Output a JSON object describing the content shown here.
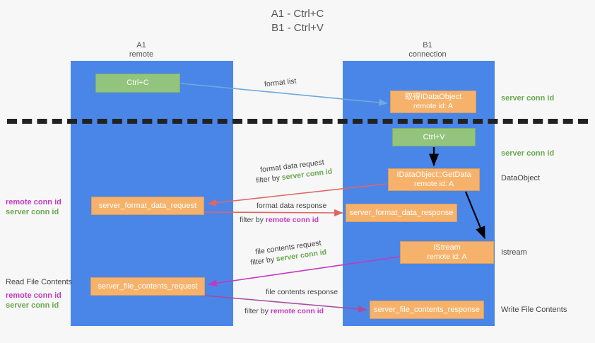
{
  "title": {
    "line1": "A1 - Ctrl+C",
    "line2": "B1 - Ctrl+V"
  },
  "lanes": [
    {
      "id": "a1",
      "name": "A1",
      "sub": "remote"
    },
    {
      "id": "b1",
      "name": "B1",
      "sub": "connection"
    }
  ],
  "nodes": {
    "ctrl_c": {
      "label": "Ctrl+C",
      "color": "#93c47d"
    },
    "idataobject": {
      "line1": "取得IDataObject",
      "line2": "remote id: A",
      "color": "#f6b26b"
    },
    "ctrl_v": {
      "label": "Ctrl+V",
      "color": "#93c47d"
    },
    "getdata": {
      "line1": "IDataObject::GetData",
      "line2": "remote id: A",
      "color": "#f6b26b"
    },
    "format_data_request": {
      "label": "server_format_data_request",
      "color": "#f6b26b"
    },
    "format_data_response": {
      "label": "server_format_data_response",
      "color": "#f6b26b"
    },
    "istream": {
      "line1": "IStream",
      "line2": "remote id: A",
      "color": "#f6b26b"
    },
    "file_contents_request": {
      "label": "server_file_contents_request",
      "color": "#f6b26b"
    },
    "file_contents_response": {
      "label": "server_file_contents_response",
      "color": "#f6b26b"
    }
  },
  "side_labels": {
    "dataobject": "DataObject",
    "istream": "Istream",
    "write_file_contents": "Write File Contents",
    "read_file_contents": "Read File Contents"
  },
  "conn_ids": {
    "server": "server conn id",
    "remote": "remote conn id",
    "server_color": "#6aa84f",
    "remote_color": "#c239c2"
  },
  "edges": [
    {
      "id": "format-list",
      "label": "format list",
      "filter_prefix": "",
      "filter_value": "",
      "color": "#6fa8dc"
    },
    {
      "id": "format-data-request",
      "label": "format data request",
      "filter_prefix": "filter by ",
      "filter_value": "server conn id",
      "color": "#e06666"
    },
    {
      "id": "format-data-response",
      "label": "format data response",
      "filter_prefix": "filter by ",
      "filter_value": "remote conn id",
      "color": "#e06666"
    },
    {
      "id": "file-contents-request",
      "label": "file contents request",
      "filter_prefix": "filter by ",
      "filter_value": "server conn id",
      "color": "#c239c2"
    },
    {
      "id": "file-contents-response",
      "label": "file contents response",
      "filter_prefix": "filter by ",
      "filter_value": "remote conn id",
      "color": "#a64d9e"
    }
  ],
  "colors": {
    "lane": "#4a86e8",
    "background": "#f7f7f7",
    "divider": "#222222",
    "arrow_blue": "#6fa8dc",
    "arrow_red": "#e06666",
    "arrow_magenta": "#c239c2",
    "arrow_purple": "#a64d9e",
    "arrow_black": "#000000"
  }
}
